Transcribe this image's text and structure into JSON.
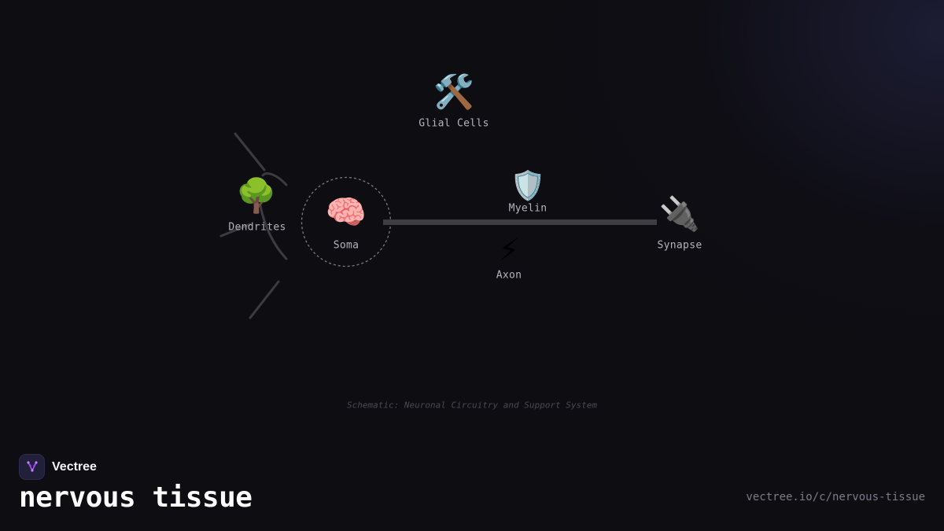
{
  "diagram": {
    "nodes": {
      "glial": {
        "icon": "🛠️",
        "icon_name": "hammer-and-wrench-icon",
        "label": "Glial Cells"
      },
      "dendrites": {
        "icon": "🌳",
        "icon_name": "tree-icon",
        "label": "Dendrites"
      },
      "soma": {
        "icon": "🧠",
        "icon_name": "brain-icon",
        "label": "Soma"
      },
      "myelin": {
        "icon": "🛡️",
        "icon_name": "shield-icon",
        "label": "Myelin"
      },
      "axon": {
        "icon": "⚡",
        "icon_name": "lightning-icon",
        "label": "Axon"
      },
      "synapse": {
        "icon": "🔌",
        "icon_name": "plug-icon",
        "label": "Synapse"
      }
    },
    "caption": "Schematic: Neuronal Circuitry and Support System"
  },
  "colors": {
    "background": "#0e0d12",
    "line": "#3c3c40",
    "label": "#b4b4bc",
    "logo_accent": "#a855f7"
  },
  "brand": {
    "name": "Vectree",
    "logo_icon": "vectree-logo-icon"
  },
  "page": {
    "title": "nervous tissue",
    "url": "vectree.io/c/nervous-tissue"
  }
}
